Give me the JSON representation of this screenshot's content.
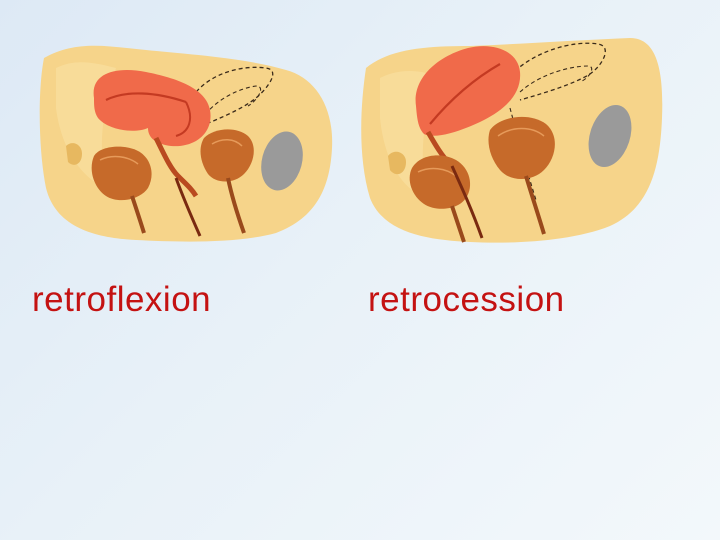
{
  "slide": {
    "left_figure": {
      "caption": "retroflexion",
      "illustration": "retroflexion-anatomy-illustration"
    },
    "right_figure": {
      "caption": "retrocession",
      "illustration": "retrocession-anatomy-illustration"
    }
  },
  "colors": {
    "background": "#e3edf6",
    "caption": "#c41212",
    "tissue": "#f6d48a",
    "uterus": "#f06a4a",
    "organ_dark": "#c66a2a",
    "rectum_gray": "#9a9a9a"
  }
}
